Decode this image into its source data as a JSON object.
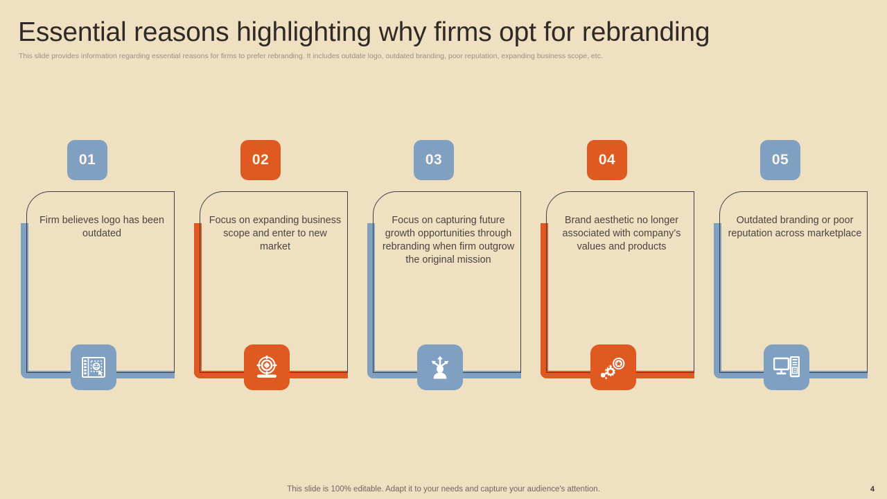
{
  "slide": {
    "background_color": "#EFE0C2",
    "title": "Essential reasons highlighting why firms opt for rebranding",
    "subtitle": "This slide provides information regarding essential reasons for firms to prefer rebranding. It includes outdate logo, outdated branding, poor reputation, expanding business scope, etc.",
    "footer_note": "This slide is 100% editable. Adapt it to your needs and capture your audience's attention.",
    "page_number": "4"
  },
  "palette": {
    "blue": "#7FA0C0",
    "orange": "#DF5A20",
    "outline": "#3A3F46",
    "title_text": "#2F2A25",
    "body_text": "#4A4540",
    "subtitle_text": "#9C9081"
  },
  "columns": [
    {
      "number": "01",
      "color": "#7FA0C0",
      "text": "Firm believes logo has been outdated",
      "icon": "logo-design-screen-icon"
    },
    {
      "number": "02",
      "color": "#DF5A20",
      "text": "Focus on expanding business scope and enter to new market",
      "icon": "target-crosshair-icon"
    },
    {
      "number": "03",
      "color": "#7FA0C0",
      "text": "Focus on capturing future growth opportunities through rebranding when firm outgrow the original mission",
      "icon": "person-growth-arrows-icon"
    },
    {
      "number": "04",
      "color": "#DF5A20",
      "text": "Brand aesthetic no longer associated with company’s values and products",
      "icon": "gears-star-badge-icon"
    },
    {
      "number": "05",
      "color": "#7FA0C0",
      "text": "Outdated branding or poor reputation across marketplace",
      "icon": "desktop-computer-icon"
    }
  ]
}
